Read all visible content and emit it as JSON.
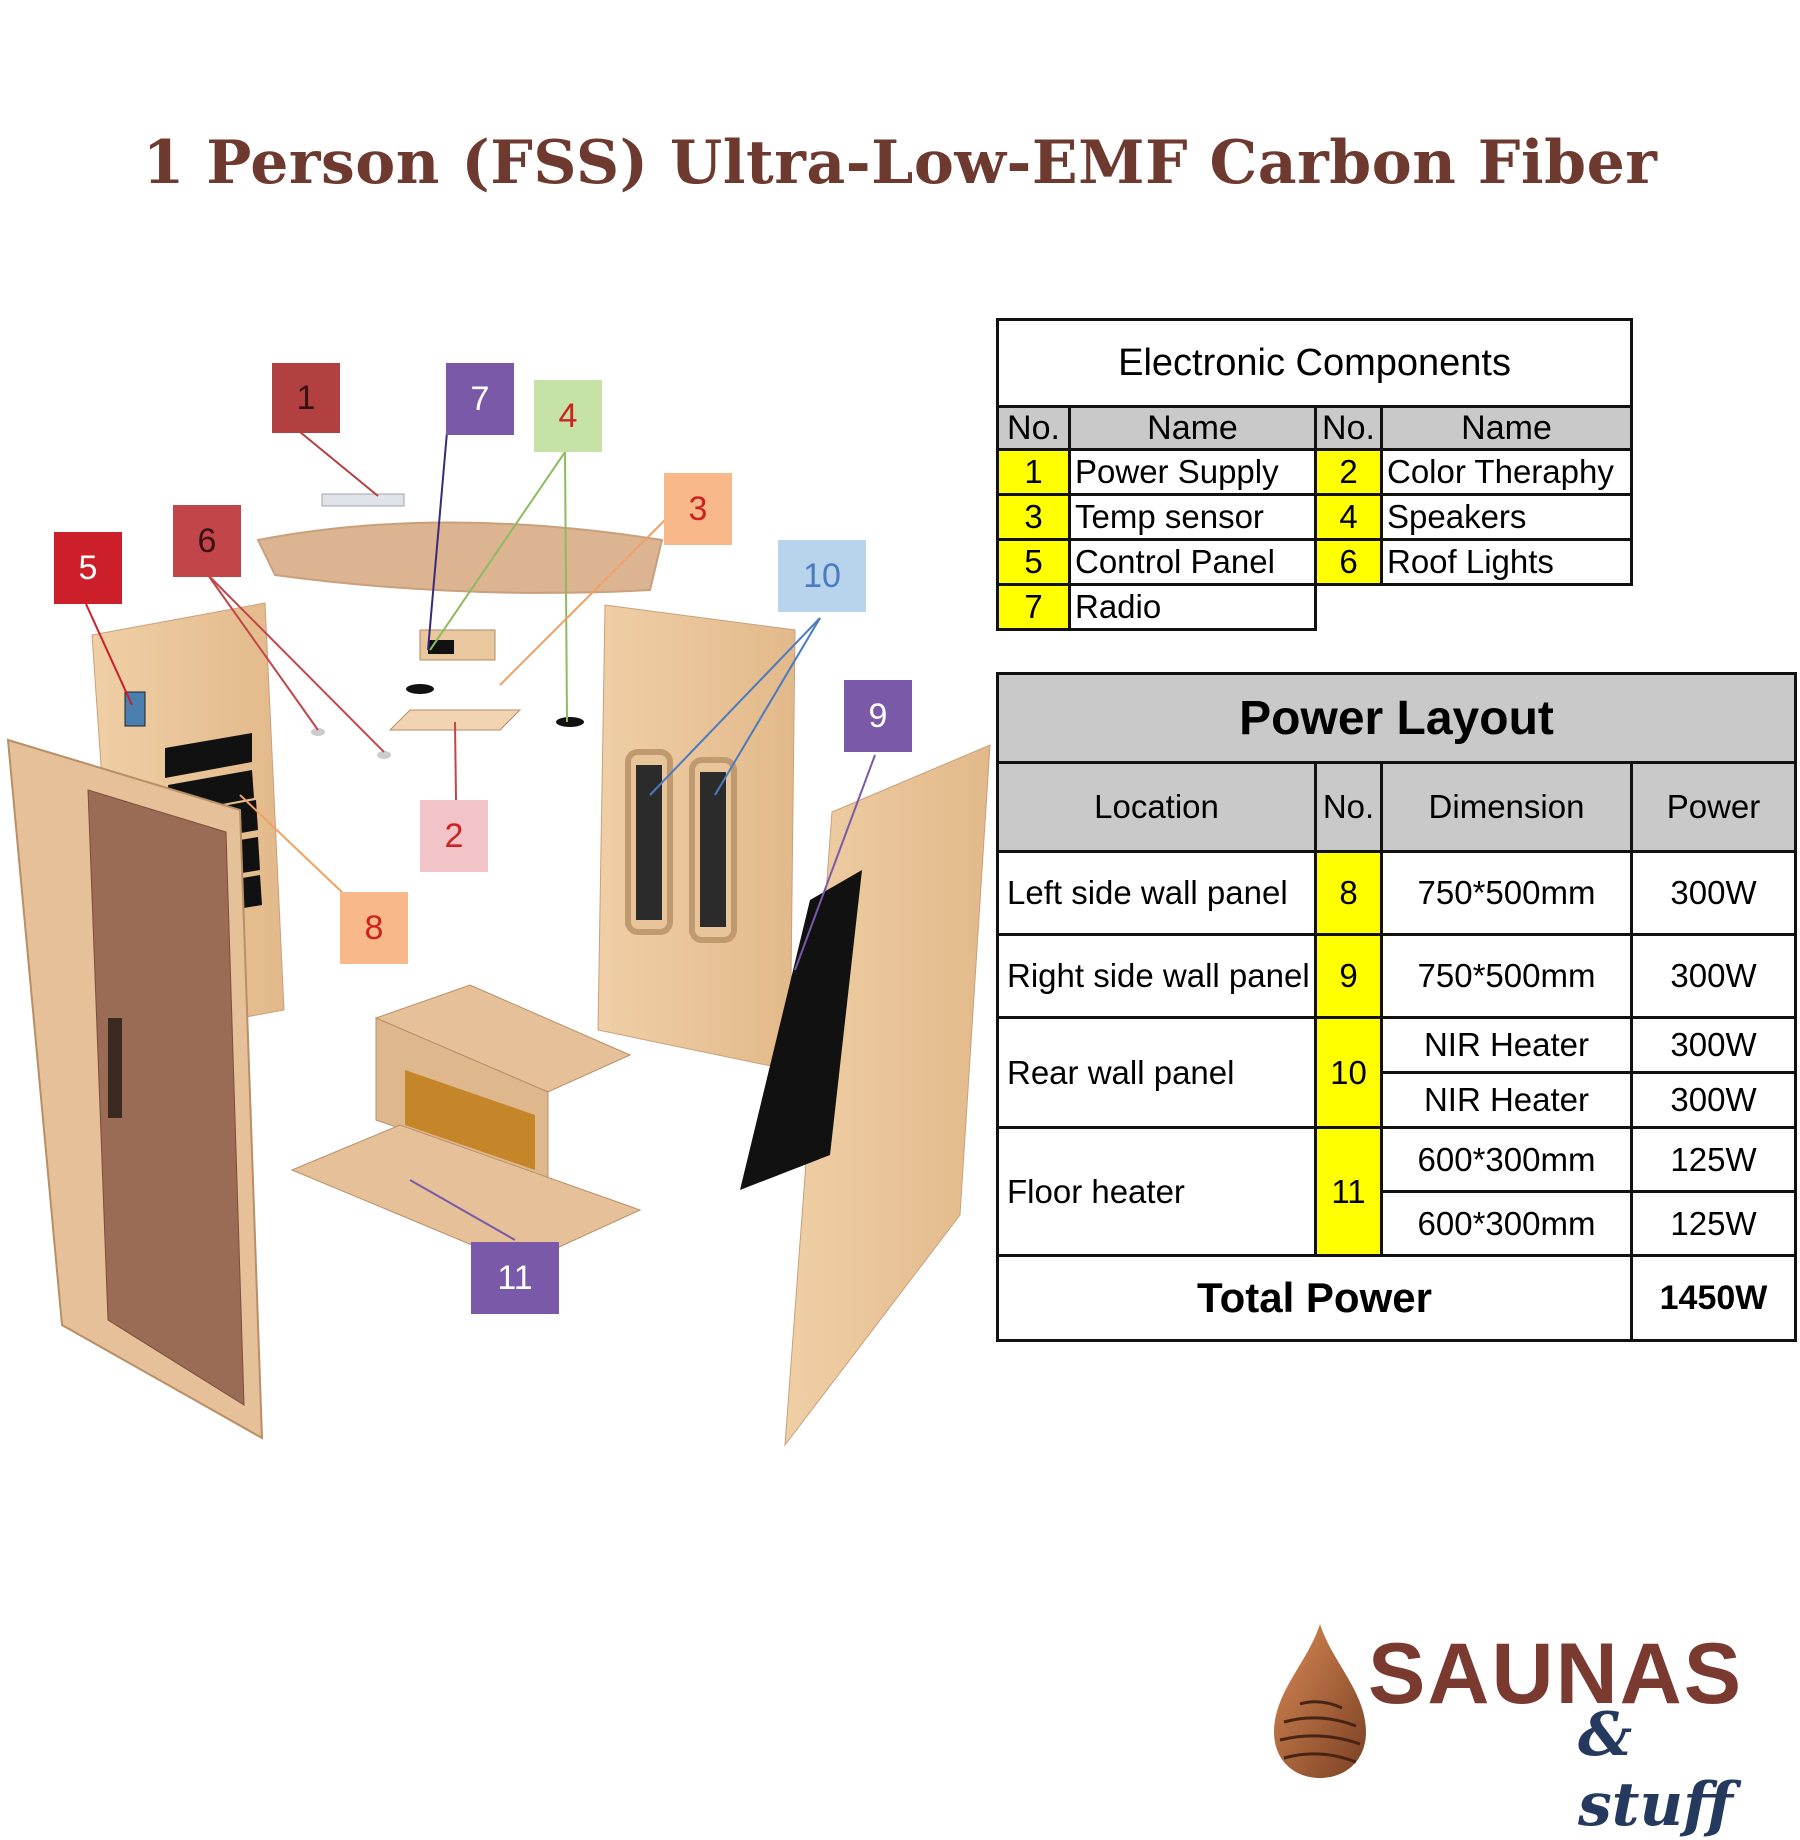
{
  "title": "1 Person (FSS) Ultra-Low-EMF Carbon Fiber",
  "callouts": [
    {
      "num": "1",
      "bg": "#b24040",
      "fg": "#3a1111"
    },
    {
      "num": "2",
      "bg": "#f2c4c8",
      "fg": "#cc2222"
    },
    {
      "num": "3",
      "bg": "#f8b88a",
      "fg": "#cc2222"
    },
    {
      "num": "4",
      "bg": "#c7e2a6",
      "fg": "#cc2222"
    },
    {
      "num": "5",
      "bg": "#cc1f2a",
      "fg": "#ffffff"
    },
    {
      "num": "6",
      "bg": "#c2454a",
      "fg": "#3a1111"
    },
    {
      "num": "7",
      "bg": "#7a5aa8",
      "fg": "#ffffff"
    },
    {
      "num": "8",
      "bg": "#f8b88a",
      "fg": "#cc2222"
    },
    {
      "num": "9",
      "bg": "#7a5aa8",
      "fg": "#ffffff"
    },
    {
      "num": "10",
      "bg": "#b8d3ec",
      "fg": "#4a7ac0"
    },
    {
      "num": "11",
      "bg": "#7a5aa8",
      "fg": "#ffffff"
    }
  ],
  "electronic_components": {
    "title": "Electronic Components",
    "headers": [
      "No.",
      "Name",
      "No.",
      "Name"
    ],
    "rows": [
      {
        "no1": "1",
        "name1": "Power Supply",
        "no2": "2",
        "name2": "Color Theraphy"
      },
      {
        "no1": "3",
        "name1": "Temp sensor",
        "no2": "4",
        "name2": "Speakers"
      },
      {
        "no1": "5",
        "name1": "Control Panel",
        "no2": "6",
        "name2": "Roof Lights"
      },
      {
        "no1": "7",
        "name1": "Radio",
        "no2": "",
        "name2": ""
      }
    ]
  },
  "power_layout": {
    "title": "Power Layout",
    "headers": [
      "Location",
      "No.",
      "Dimension",
      "Power"
    ],
    "rows": [
      {
        "location": "Left side wall panel",
        "no": "8",
        "items": [
          {
            "dimension": "750*500mm",
            "power": "300W"
          }
        ]
      },
      {
        "location": "Right side wall panel",
        "no": "9",
        "items": [
          {
            "dimension": "750*500mm",
            "power": "300W"
          }
        ]
      },
      {
        "location": "Rear wall panel",
        "no": "10",
        "items": [
          {
            "dimension": "NIR Heater",
            "power": "300W"
          },
          {
            "dimension": "NIR Heater",
            "power": "300W"
          }
        ]
      },
      {
        "location": "Floor heater",
        "no": "11",
        "items": [
          {
            "dimension": "600*300mm",
            "power": "125W"
          },
          {
            "dimension": "600*300mm",
            "power": "125W"
          }
        ]
      }
    ],
    "total_label": "Total Power",
    "total_value": "1450W"
  },
  "brand": {
    "name": "SAUNAS",
    "sub": "& stuff"
  },
  "colors": {
    "title": "#6e3a30",
    "wood": "#e8c49a",
    "highlight": "#ffff00",
    "header_gray": "#c9c9c9"
  }
}
